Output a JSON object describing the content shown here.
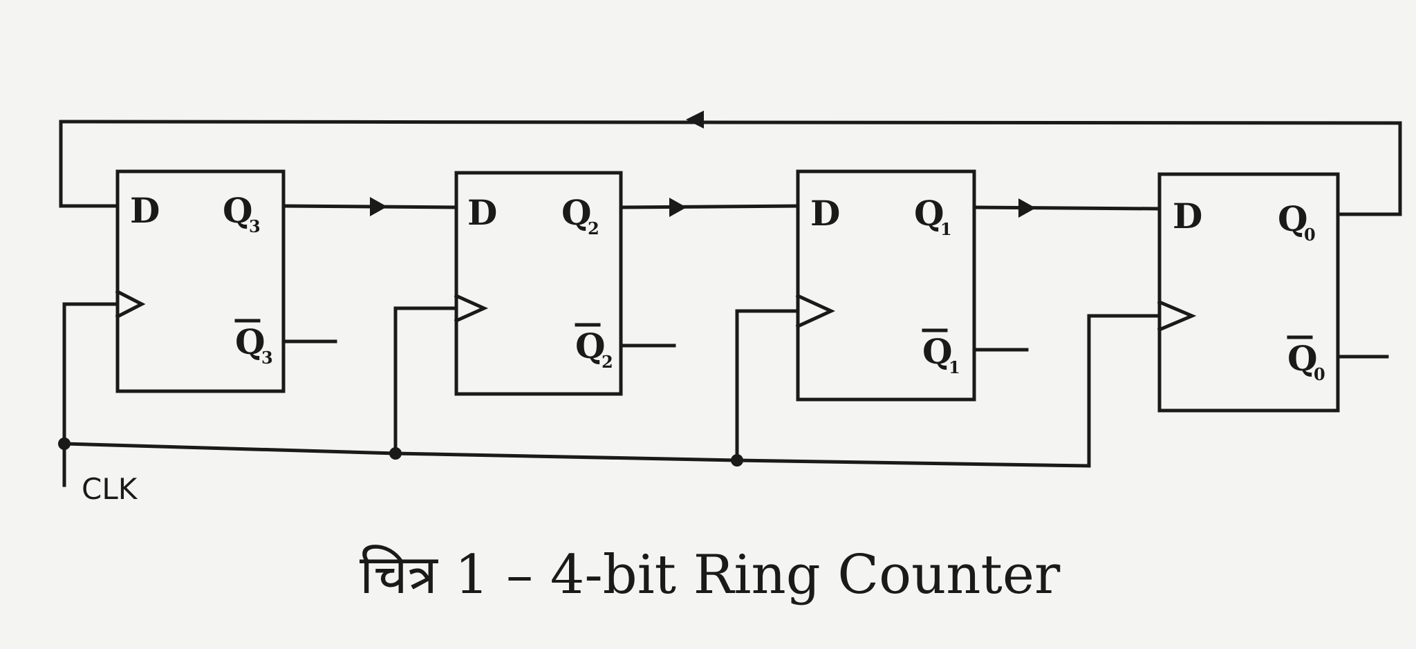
{
  "diagram": {
    "caption": "चित्र  1 – 4-bit Ring Counter",
    "clock_label": "CLK",
    "flip_flops": [
      {
        "d": "D",
        "q": "Q",
        "q_sub": "3",
        "qbar": "Q",
        "qbar_sub": "3"
      },
      {
        "d": "D",
        "q": "Q",
        "q_sub": "2",
        "qbar": "Q",
        "qbar_sub": "2"
      },
      {
        "d": "D",
        "q": "Q",
        "q_sub": "1",
        "qbar": "Q",
        "qbar_sub": "1"
      },
      {
        "d": "D",
        "q": "Q",
        "q_sub": "0",
        "qbar": "Q",
        "qbar_sub": "0"
      }
    ]
  }
}
